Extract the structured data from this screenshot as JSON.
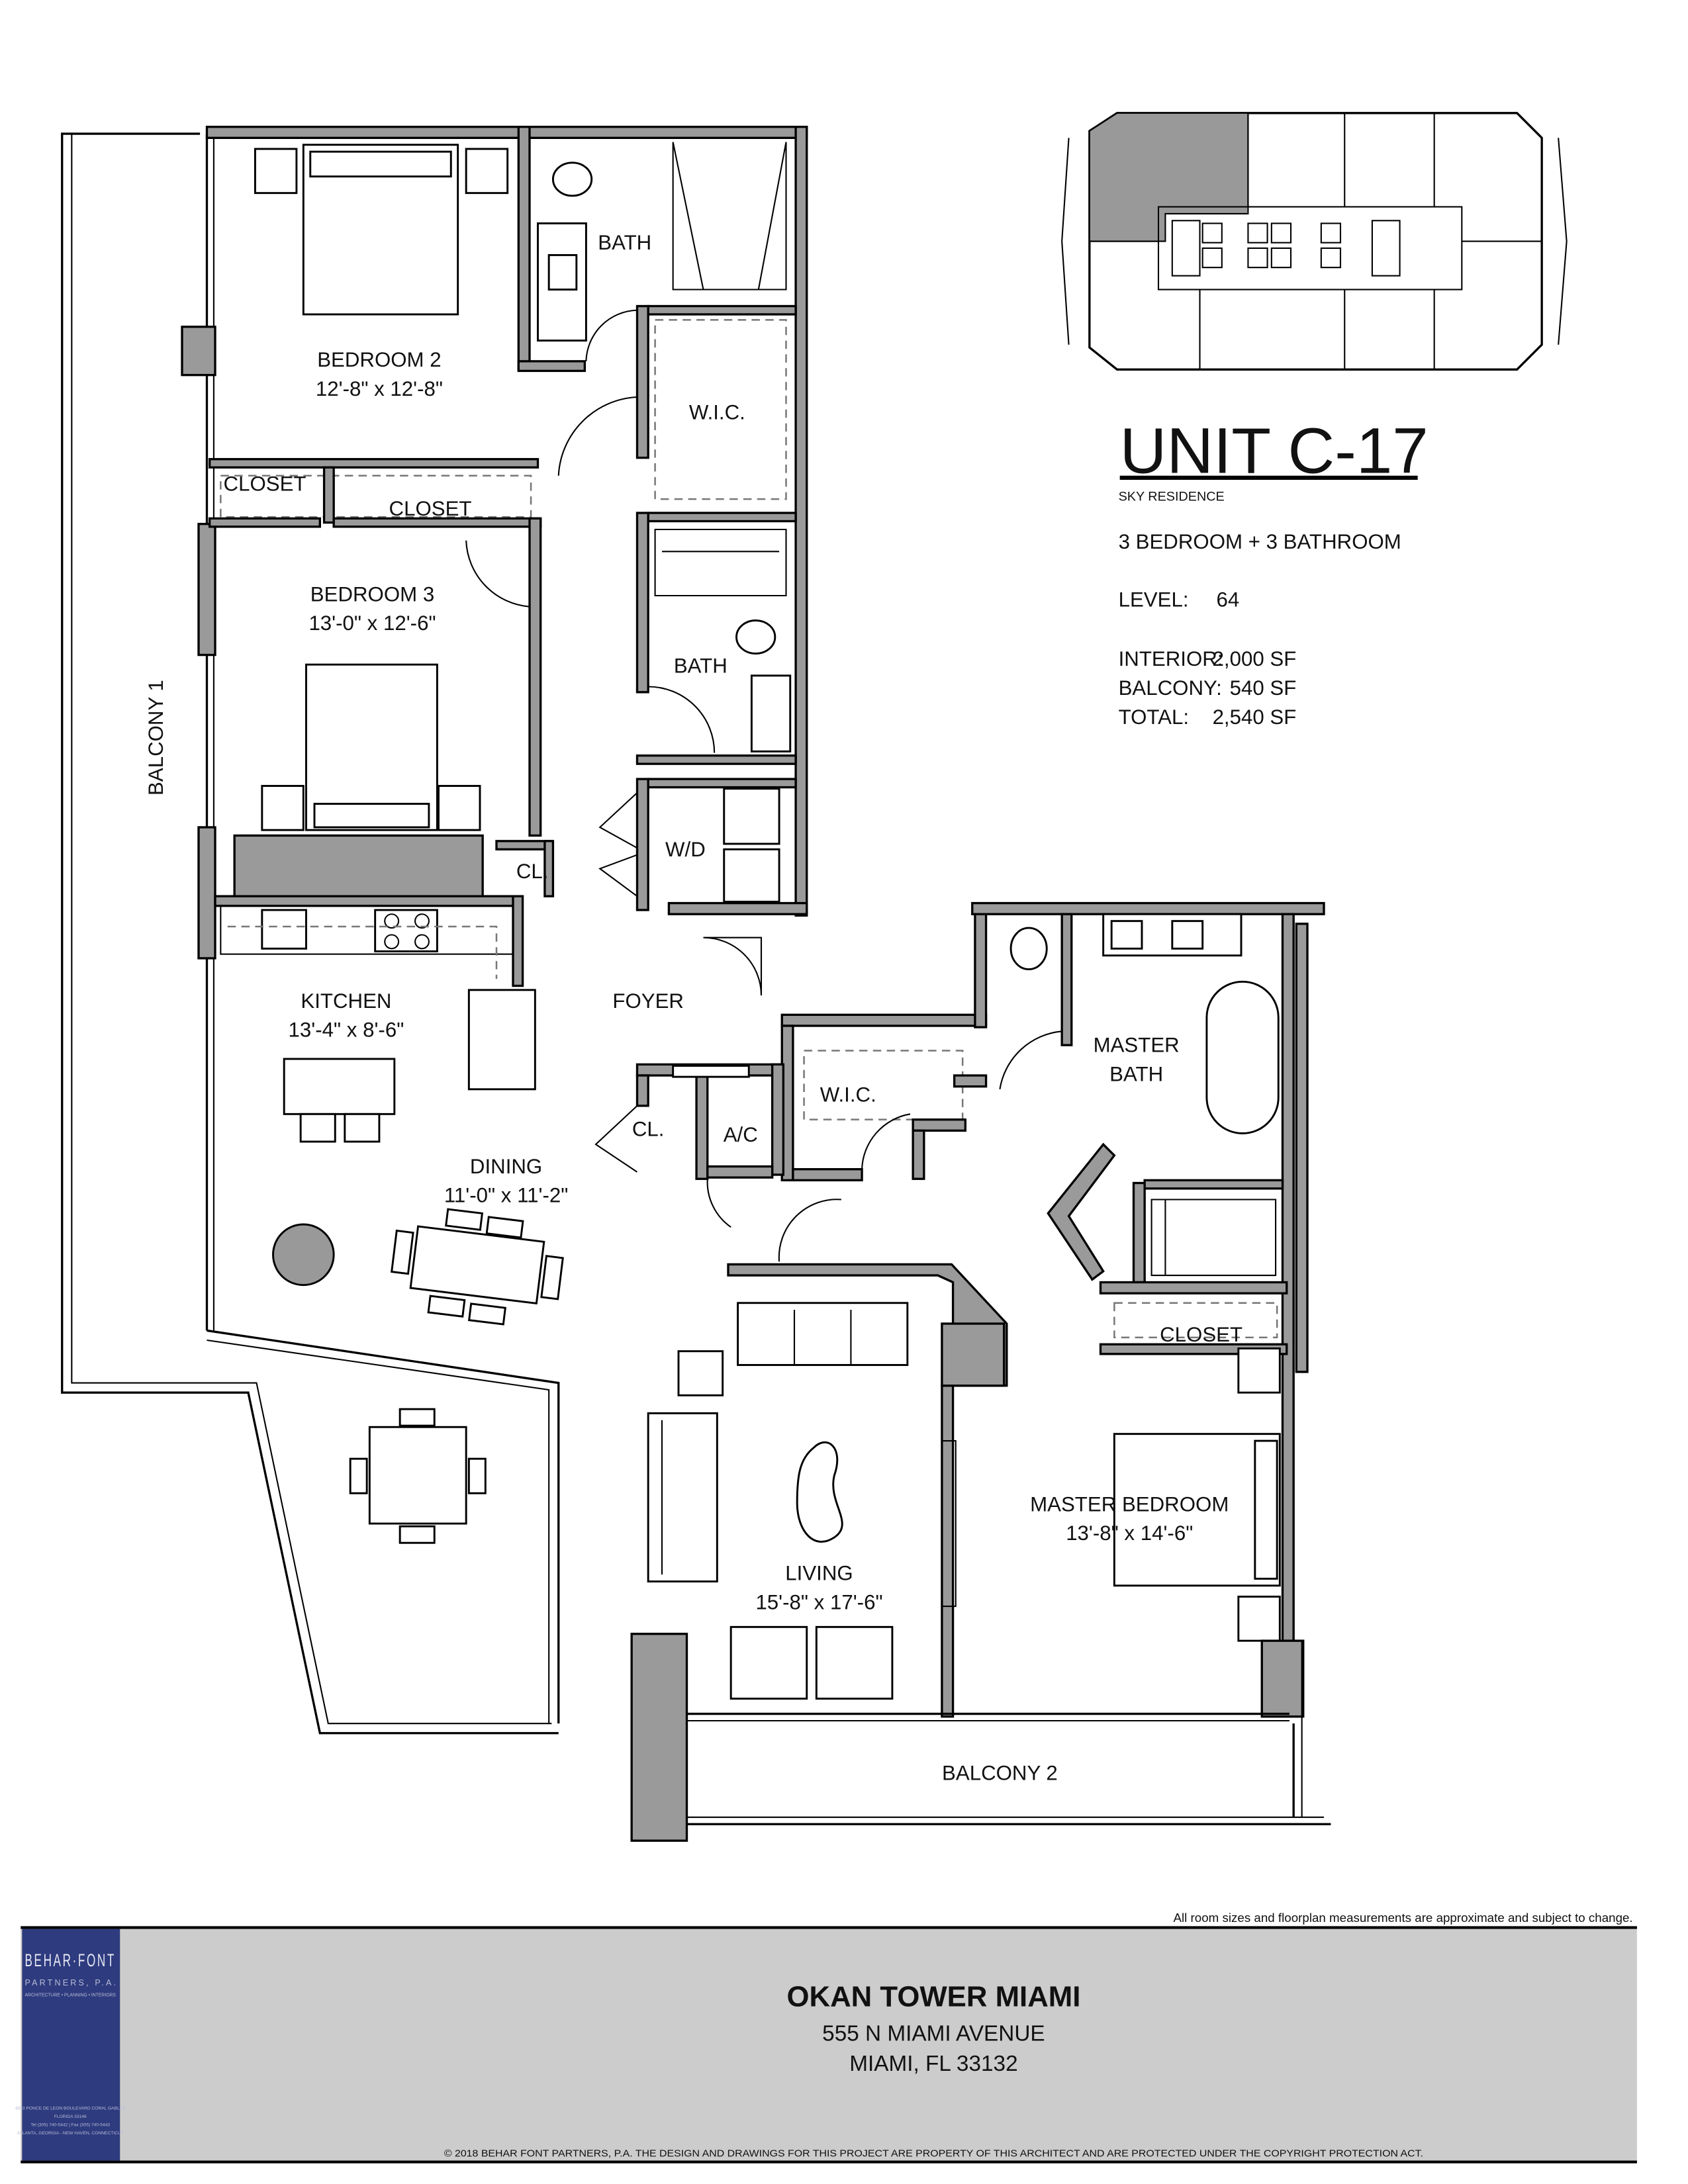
{
  "unit": {
    "title": "UNIT C-17",
    "subtitle": "SKY RESIDENCE",
    "config": "3 BEDROOM + 3 BATHROOM",
    "level_label": "LEVEL:",
    "level_value": "64",
    "interior_label": "INTERIOR:",
    "interior_value": "2,000 SF",
    "balcony_label": "BALCONY:",
    "balcony_value": "540 SF",
    "total_label": "TOTAL:",
    "total_value": "2,540 SF"
  },
  "rooms": {
    "bath1": "BATH",
    "bedroom2": "BEDROOM 2",
    "bedroom2_size": "12'-8\" x 12'-8\"",
    "wic1": "W.I.C.",
    "closet1": "CLOSET",
    "closet2": "CLOSET",
    "bedroom3": "BEDROOM 3",
    "bedroom3_size": "13'-0\" x 12'-6\"",
    "bath2": "BATH",
    "balcony1": "BALCONY 1",
    "wd": "W/D",
    "cl1": "CL.",
    "kitchen": "KITCHEN",
    "kitchen_size": "13'-4\" x 8'-6\"",
    "foyer": "FOYER",
    "master_bath_1": "MASTER",
    "master_bath_2": "BATH",
    "wic2": "W.I.C.",
    "cl2": "CL.",
    "ac": "A/C",
    "dining": "DINING",
    "dining_size": "11'-0\" x 11'-2\"",
    "closet3": "CLOSET",
    "master_bedroom": "MASTER BEDROOM",
    "master_bedroom_size": "13'-8\" x 14'-6\"",
    "living": "LIVING",
    "living_size": "15'-8\" x 17'-6\"",
    "balcony2": "BALCONY 2"
  },
  "footer": {
    "disclaimer": "All room sizes and floorplan measurements are approximate and subject to change.",
    "project": "OKAN TOWER MIAMI",
    "address1": "555 N MIAMI AVENUE",
    "address2": "MIAMI, FL 33132",
    "copyright": "© 2018 BEHAR FONT PARTNERS, P.A. THE DESIGN AND DRAWINGS FOR THIS PROJECT ARE PROPERTY OF THIS ARCHITECT AND ARE PROTECTED UNDER THE COPYRIGHT PROTECTION ACT."
  },
  "logo": {
    "name": "BEHAR·FONT",
    "sub": "PARTNERS, P.A.",
    "tagline": "ARCHITECTURE • PLANNING • INTERIORS",
    "color": "#2e3b7e"
  },
  "colors": {
    "wall": "#9a9a9a",
    "footer_bg": "#cccccc",
    "highlight": "#999999"
  }
}
